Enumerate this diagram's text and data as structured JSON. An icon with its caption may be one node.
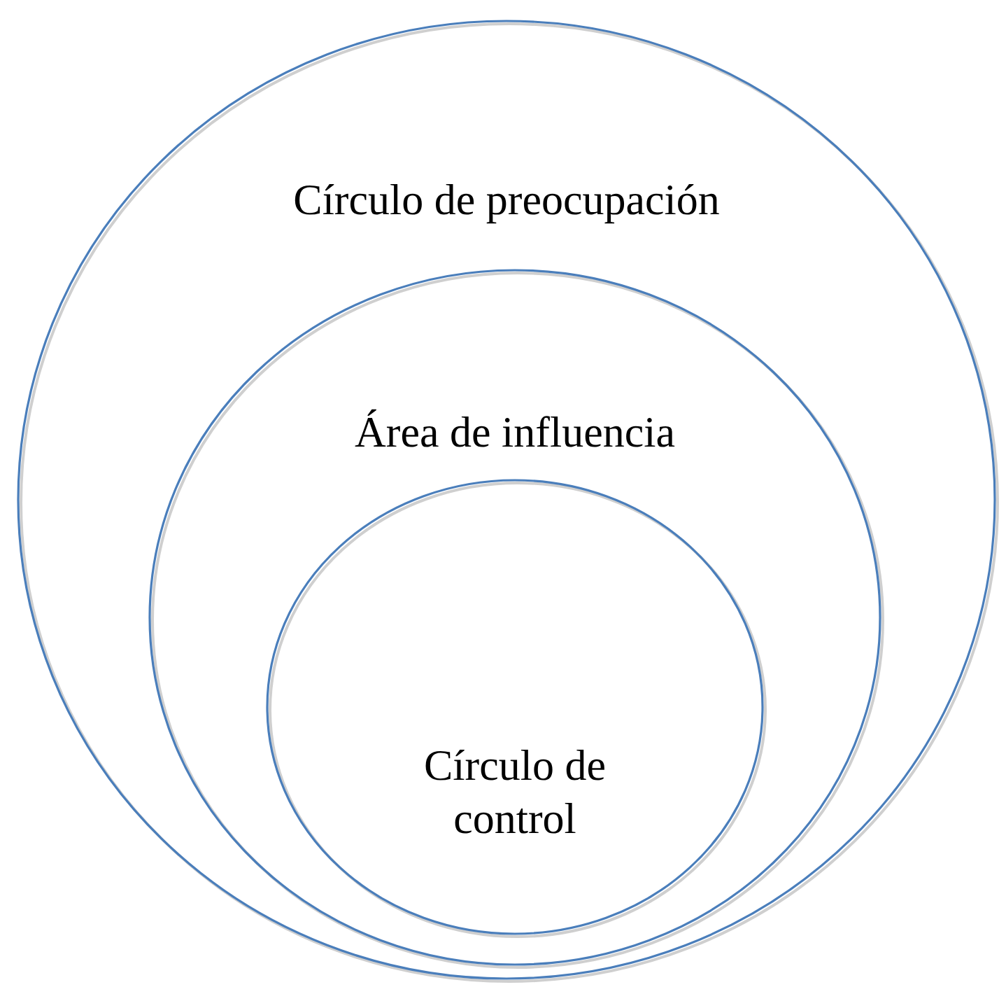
{
  "diagram": {
    "nodes": [
      {
        "text": [
          "Círculo de preocupación"
        ]
      },
      {
        "text": [
          "Área de influencia"
        ],
        "in": 0
      },
      {
        "text": [
          "Círculo de control"
        ],
        "in": 1
      }
    ]
  }
}
